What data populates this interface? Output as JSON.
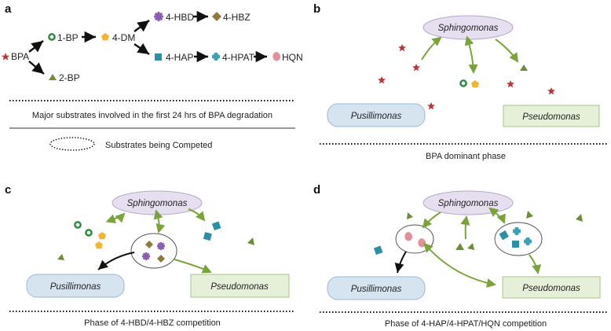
{
  "colors": {
    "star": "#b8333a",
    "ring": "#2e8b3e",
    "triangle": "#6b8e3a",
    "pentagon": "#f2b431",
    "hbd": "#8a5db0",
    "hbz": "#8c7a3e",
    "hap": "#2d8fa3",
    "hpat": "#3aa0b5",
    "hqn": "#e0919a",
    "green_arrow": "#7aa33b",
    "sphingo_fill": "#e6dff0",
    "pusilli_fill": "#d6e4f0",
    "pseudo_fill": "#e6f0d8"
  },
  "panels": {
    "a": {
      "letter": "a",
      "labels": {
        "bpa": "BPA",
        "bp1": "1-BP",
        "bp2": "2-BP",
        "dm4": "4-DM",
        "hbd4": "4-HBD",
        "hbz4": "4-HBZ",
        "hap4": "4-HAP",
        "hpat4": "4-HPAT",
        "hqn": "HQN"
      },
      "caption": "Major substrates involved in the first 24 hrs of BPA degradation",
      "legend": "Substrates being Competed"
    },
    "b": {
      "letter": "b",
      "caption": "BPA dominant phase"
    },
    "c": {
      "letter": "c",
      "caption": "Phase of 4-HBD/4-HBZ competition"
    },
    "d": {
      "letter": "d",
      "caption": "Phase of 4-HAP/4-HPAT/HQN competition"
    }
  },
  "bacteria": {
    "sphingomonas": "Sphingomonas",
    "pusillimonas": "Pusillimonas",
    "pseudomonas": "Pseudomonas"
  },
  "icons": [
    "star-icon",
    "ring-icon",
    "triangle-icon",
    "pentagon-icon",
    "purple-gear-icon",
    "diamond-icon",
    "square-icon",
    "plus-gear-icon",
    "drop-icon"
  ]
}
